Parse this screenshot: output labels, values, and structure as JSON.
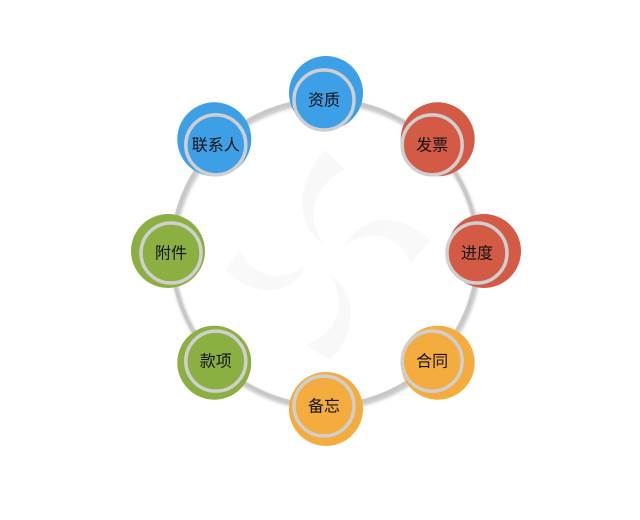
{
  "diagram": {
    "type": "cycle",
    "nodes": [
      {
        "label": "资质",
        "color": "#3d9fe6"
      },
      {
        "label": "发票",
        "color": "#d35b45"
      },
      {
        "label": "进度",
        "color": "#d35b45"
      },
      {
        "label": "合同",
        "color": "#f4ac3e"
      },
      {
        "label": "备忘",
        "color": "#f4ac3e"
      },
      {
        "label": "款项",
        "color": "#8caf42"
      },
      {
        "label": "附件",
        "color": "#8caf42"
      },
      {
        "label": "联系人",
        "color": "#3d9fe6"
      }
    ],
    "ring_color": "#c8c8c8",
    "inner_border_color": "#cfcfcf"
  }
}
